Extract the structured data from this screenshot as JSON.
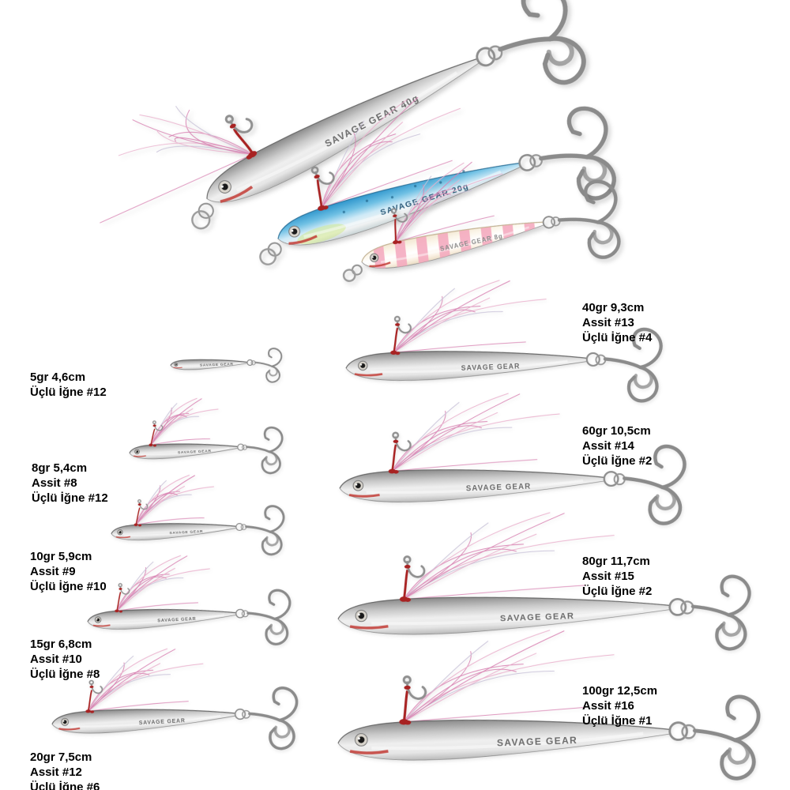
{
  "brand_label": "SAVAGE GEAR",
  "top_lures": [
    {
      "label": "SAVAGE GEAR 40g",
      "color_name": "silver"
    },
    {
      "label": "SAVAGE GEAR 20g",
      "color_name": "blue"
    },
    {
      "label": "SAVAGE GEAR 8g",
      "color_name": "pink-zebra"
    }
  ],
  "colors": {
    "assist_cord_red": "#a82222",
    "flash_pink": "#d77fb0",
    "flash_light_pink": "#e9aecb",
    "flash_silver": "#c9c2d8",
    "body_silver": "#c8c8c8",
    "body_blue": "#5fb6e0",
    "pink_stripe": "#f3a6bc",
    "hook_metal": "#8b8b8b"
  },
  "specs": [
    {
      "weight": "5gr",
      "lines": [
        "5gr 4,6cm",
        "Üçlü İğne #12"
      ]
    },
    {
      "weight": "8gr",
      "lines": [
        "8gr 5,4cm",
        "Assit #8",
        "Üçlü İğne #12"
      ]
    },
    {
      "weight": "10gr",
      "lines": [
        "10gr 5,9cm",
        "Assit #9",
        "Üçlü İğne #10"
      ]
    },
    {
      "weight": "15gr",
      "lines": [
        "15gr 6,8cm",
        "Assit #10",
        "Üçlü İğne #8"
      ]
    },
    {
      "weight": "20gr",
      "lines": [
        "20gr 7,5cm",
        "Assit #12",
        "Üçlü İğne #6"
      ]
    },
    {
      "weight": "40gr",
      "lines": [
        "40gr 9,3cm",
        "Assit #13",
        "Üçlü İğne #4"
      ]
    },
    {
      "weight": "60gr",
      "lines": [
        "60gr 10,5cm",
        "Assit #14",
        "Üçlü İğne #2"
      ]
    },
    {
      "weight": "80gr",
      "lines": [
        "80gr 11,7cm",
        "Assit #15",
        "Üçlü İğne #2"
      ]
    },
    {
      "weight": "100gr",
      "lines": [
        "100gr 12,5cm",
        "Assit #16",
        "Üçlü İğne #1"
      ]
    }
  ]
}
